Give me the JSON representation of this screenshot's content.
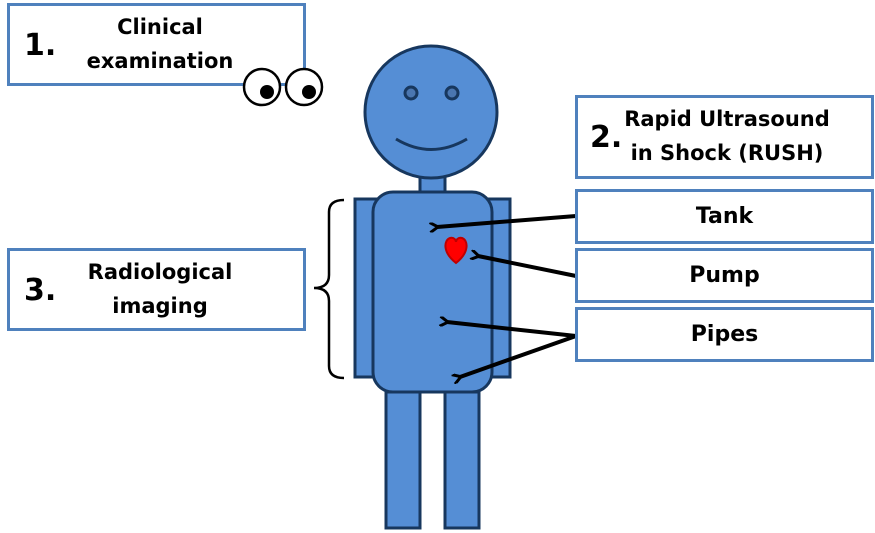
{
  "step1": {
    "number": "1.",
    "label_line1": "Clinical",
    "label_line2": "examination"
  },
  "step2": {
    "number": "2.",
    "label_line1": "Rapid Ultrasound",
    "label_line2": "in Shock (RUSH)"
  },
  "step3": {
    "number": "3.",
    "label_line1": "Radiological",
    "label_line2": "imaging"
  },
  "rush_components": [
    {
      "label": "Tank"
    },
    {
      "label": "Pump"
    },
    {
      "label": "Pipes"
    }
  ],
  "colors": {
    "box_border": "#4f81bd",
    "figure_fill": "#558ed5",
    "figure_stroke": "#17375e",
    "heart": "#ff0000"
  }
}
